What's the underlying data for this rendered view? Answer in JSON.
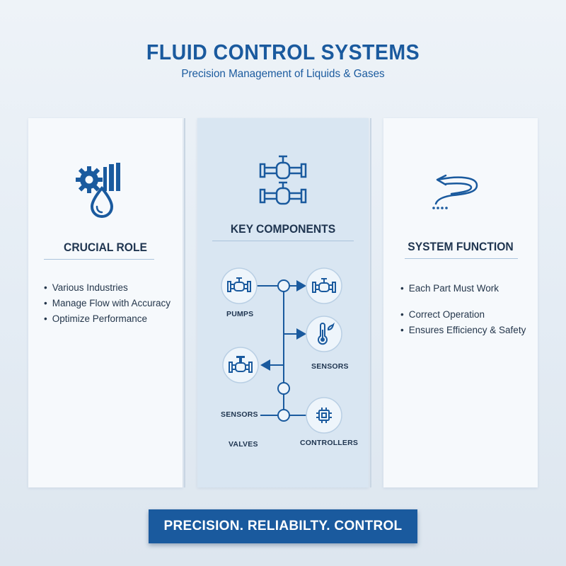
{
  "header": {
    "title": "FLUID CONTROL SYSTEMS",
    "subtitle": "Precision Management of Liquids & Gases"
  },
  "left_column": {
    "icon": "gear-valve-droplet-icon",
    "title": "CRUCIAL ROLE",
    "bullets": [
      "Various Industries",
      "Manage Flow with Accuracy",
      "Optimize Performance"
    ]
  },
  "middle_column": {
    "icon": "pipe-valves-icon",
    "title": "KEY COMPONENTS",
    "nodes": {
      "pumps": {
        "label": "PUMPS",
        "icon": "pump-icon"
      },
      "valve_right": {
        "icon": "valve-icon"
      },
      "sensor_thermo": {
        "icon": "thermometer-sensor-icon"
      },
      "valve_left": {
        "icon": "valve-icon"
      },
      "controller": {
        "icon": "chip-controller-icon"
      }
    },
    "labels": {
      "pumps": "PUMPS",
      "sensors_right": "SENSORS",
      "sensors_left": "SENSORS",
      "valves": "VALVES",
      "controllers": "CONTROLLERS"
    }
  },
  "right_column": {
    "icon": "return-flow-arrow-icon",
    "title": "SYSTEM FUNCTION",
    "bullets_top": [
      "Each Part Must Work"
    ],
    "bullets_bottom": [
      "Correct Operation",
      "Ensures Efficiency & Safety"
    ]
  },
  "banner": {
    "text": "PRECISION. RELIABILTY. CONTROL"
  },
  "colors": {
    "accent": "#1a5a9e",
    "text_dark": "#1f3550",
    "panel_mid": "#d9e6f2"
  }
}
